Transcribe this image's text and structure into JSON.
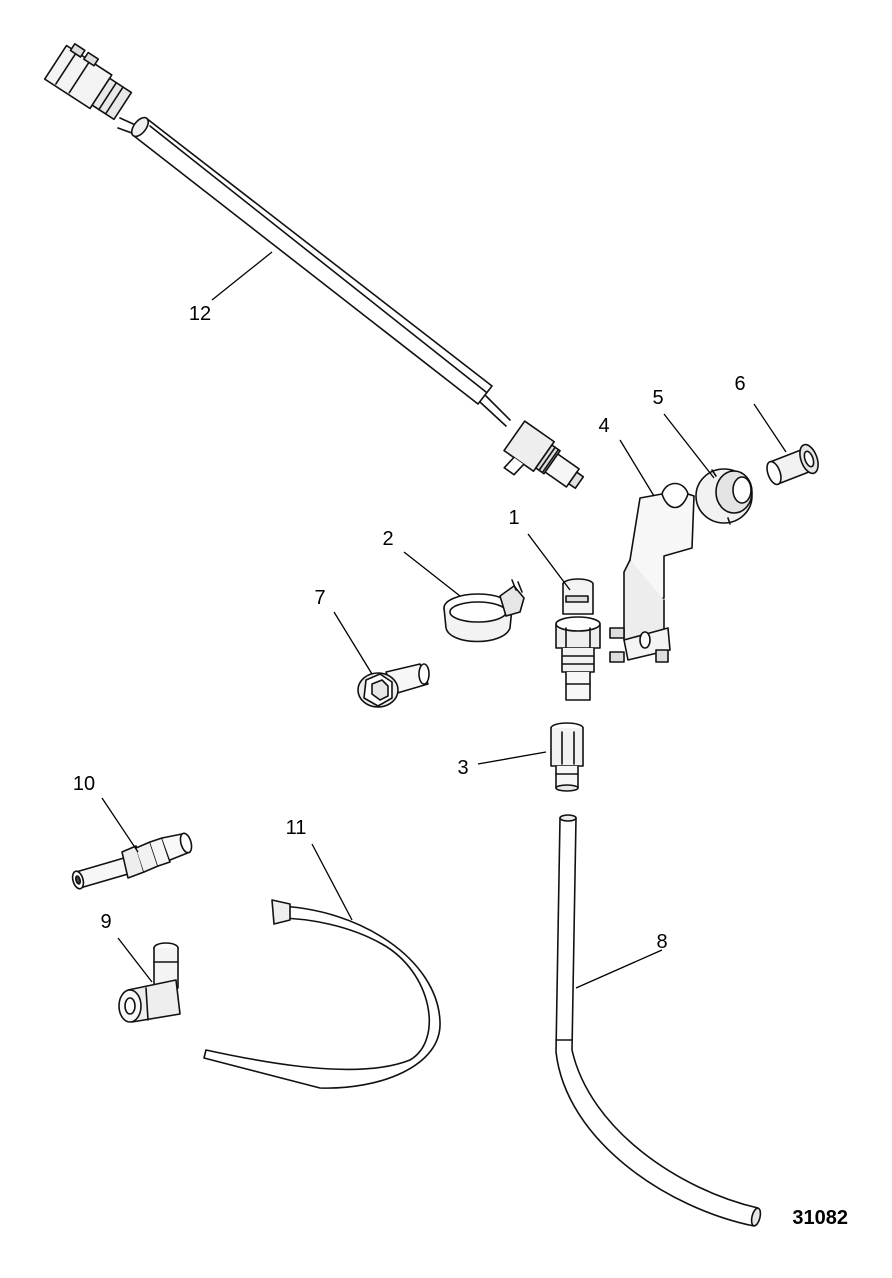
{
  "figure_number": "31082",
  "callouts": [
    {
      "id": "p1",
      "label": "1",
      "part": "pressure-sender"
    },
    {
      "id": "p2",
      "label": "2",
      "part": "hose-clamp"
    },
    {
      "id": "p3",
      "label": "3",
      "part": "adapter-fitting"
    },
    {
      "id": "p4",
      "label": "4",
      "part": "mounting-bracket"
    },
    {
      "id": "p5",
      "label": "5",
      "part": "grommet"
    },
    {
      "id": "p6",
      "label": "6",
      "part": "sleeve"
    },
    {
      "id": "p7",
      "label": "7",
      "part": "screw"
    },
    {
      "id": "p8",
      "label": "8",
      "part": "hose"
    },
    {
      "id": "p9",
      "label": "9",
      "part": "elbow-fitting"
    },
    {
      "id": "p10",
      "label": "10",
      "part": "barbed-fitting"
    },
    {
      "id": "p11",
      "label": "11",
      "part": "cable-tie"
    },
    {
      "id": "p12",
      "label": "12",
      "part": "wiring-harness"
    }
  ]
}
